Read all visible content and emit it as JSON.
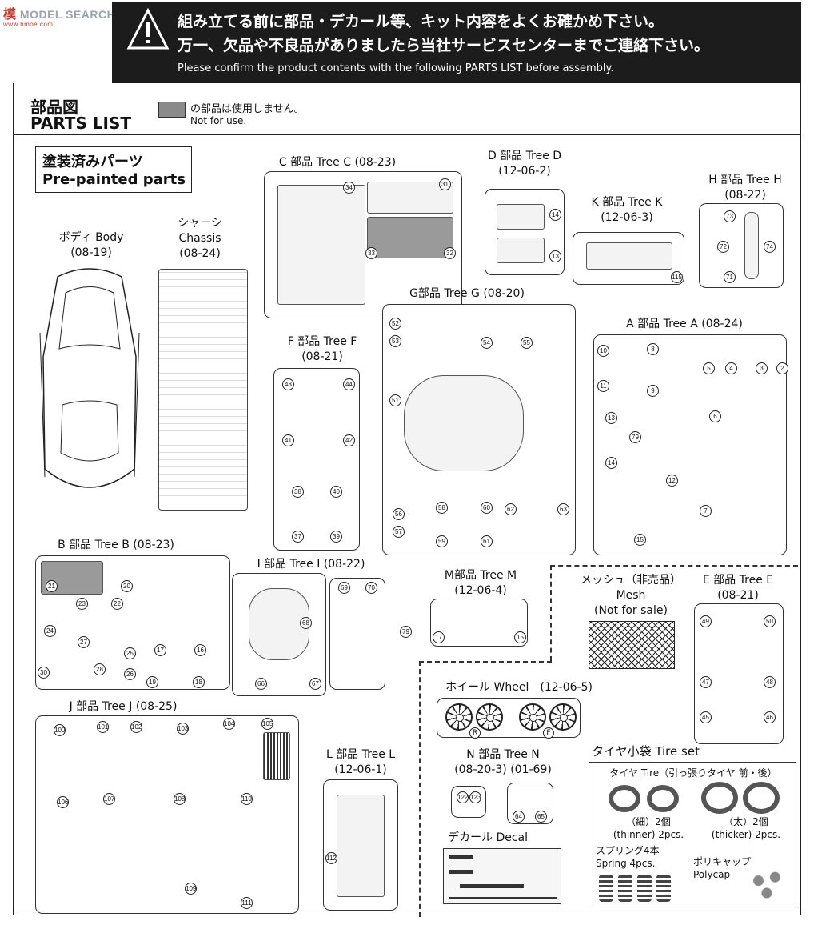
{
  "watermark": {
    "brand": "MODEL",
    "prefix": "模",
    "suffix": "SEARCH",
    "url": "www.hmoe.com"
  },
  "banner": {
    "line1": "組み立てる前に部品・デカール等、キット内容をよくお確かめ下さい。",
    "line2": "万一、欠品や不良品がありましたら当社サービスセンターまでご連絡下さい。",
    "line3": "Please confirm the product contents with the following PARTS LIST before assembly.",
    "icon": "warning-icon"
  },
  "header": {
    "title_jp": "部品図",
    "title_en": "PARTS LIST",
    "not_use_jp": "の部品は使用しません。",
    "not_use_en": "Not for use."
  },
  "prepainted": {
    "jp": "塗装済みパーツ",
    "en": "Pre-painted parts"
  },
  "sections": {
    "body": {
      "name": "ボディ Body",
      "code": "(08-19)"
    },
    "chassis": {
      "name_jp": "シャーシ",
      "name_en": "Chassis",
      "code": "(08-24)"
    },
    "c": {
      "name": "C 部品 Tree C",
      "code": "(08-23)"
    },
    "d": {
      "name": "D 部品 Tree D",
      "code": "(12-06-2)"
    },
    "k": {
      "name": "K 部品 Tree K",
      "code": "(12-06-3)"
    },
    "h": {
      "name": "H 部品 Tree H",
      "code": "(08-22)"
    },
    "f": {
      "name": "F 部品 Tree F",
      "code": "(08-21)"
    },
    "g": {
      "name": "G部品 Tree G",
      "code": "(08-20)"
    },
    "a": {
      "name": "A 部品 Tree A",
      "code": "(08-24)"
    },
    "b": {
      "name": "B 部品 Tree B",
      "code": "(08-23)"
    },
    "i": {
      "name": "I 部品 Tree I",
      "code": "(08-22)"
    },
    "m": {
      "name": "M部品 Tree M",
      "code": "(12-06-4)"
    },
    "mesh": {
      "jp": "メッシュ（非売品）",
      "en": "Mesh",
      "note": "(Not for sale)"
    },
    "e": {
      "name": "E 部品 Tree E",
      "code": "(08-21)"
    },
    "wheel": {
      "name": "ホイール Wheel",
      "code": "(12-06-5)",
      "r": "R",
      "f": "F"
    },
    "j": {
      "name": "J 部品 Tree J",
      "code": "(08-25)"
    },
    "l": {
      "name": "L 部品 Tree L",
      "code": "(12-06-1)"
    },
    "n": {
      "name": "N 部品 Tree N",
      "code": "(08-20-3)  (01-69)"
    },
    "decal": {
      "name": "デカール Decal"
    },
    "tires": {
      "title": "タイヤ小袋 Tire set",
      "sub": "タイヤ Tire（引っ張りタイヤ 前・後）",
      "thin_jp": "（細）2個",
      "thin_en": "(thinner) 2pcs.",
      "thick_jp": "（太）2個",
      "thick_en": "(thicker) 2pcs.",
      "spring_jp": "スプリング4本",
      "spring_en": "Spring 4pcs.",
      "poly_jp": "ポリキャップ",
      "poly_en": "Polycap"
    }
  },
  "numbers": {
    "c": [
      "34",
      "31",
      "33",
      "32"
    ],
    "d": [
      "14",
      "13"
    ],
    "k": [
      "115"
    ],
    "h": [
      "73",
      "72",
      "71",
      "74"
    ],
    "f": [
      "43",
      "44",
      "41",
      "42",
      "38",
      "37",
      "40",
      "39"
    ],
    "g": [
      "52",
      "53",
      "54",
      "55",
      "51",
      "56",
      "57",
      "58",
      "59",
      "60",
      "61",
      "62",
      "63"
    ],
    "a": [
      "10",
      "11",
      "8",
      "9",
      "5",
      "4",
      "3",
      "2",
      "13",
      "79",
      "14",
      "12",
      "6",
      "7",
      "15"
    ],
    "b": [
      "20",
      "21",
      "23",
      "22",
      "24",
      "27",
      "25",
      "26",
      "28",
      "30",
      "17",
      "16",
      "19",
      "18"
    ],
    "i": [
      "68",
      "66",
      "67",
      "69",
      "70",
      "79"
    ],
    "m": [
      "17",
      "15"
    ],
    "e": [
      "49",
      "50",
      "47",
      "48",
      "45",
      "46"
    ],
    "j": [
      "100",
      "101",
      "102",
      "103",
      "104",
      "105",
      "106",
      "107",
      "108",
      "109",
      "110",
      "111"
    ],
    "l": [
      "112"
    ],
    "n": [
      "122",
      "123",
      "64",
      "65"
    ]
  }
}
